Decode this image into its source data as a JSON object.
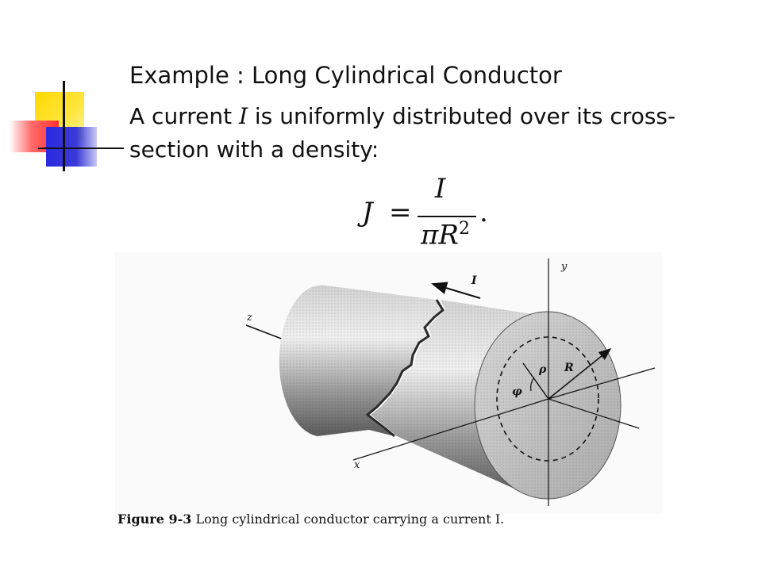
{
  "slide": {
    "title": "Example : Long Cylindrical Conductor",
    "paragraph": {
      "before": "A current ",
      "var": "I",
      "after": " is uniformly distributed over its cross-section with a density:"
    },
    "formula": {
      "lhs": "J",
      "eq": "=",
      "numerator": "I",
      "denominator": "πR",
      "exponent": "2",
      "tail": "."
    }
  },
  "figure": {
    "labels": {
      "y": "y",
      "z": "z",
      "x": "x",
      "current": "I",
      "rho": "ρ",
      "radius": "R",
      "phi": "φ"
    },
    "caption": {
      "label": "Figure 9-3",
      "text": "Long cylindrical conductor carrying a current I."
    }
  },
  "colors": {
    "accent_yellow": "#ffd800",
    "accent_red": "#ff3030",
    "accent_blue": "#2a2ae0"
  }
}
